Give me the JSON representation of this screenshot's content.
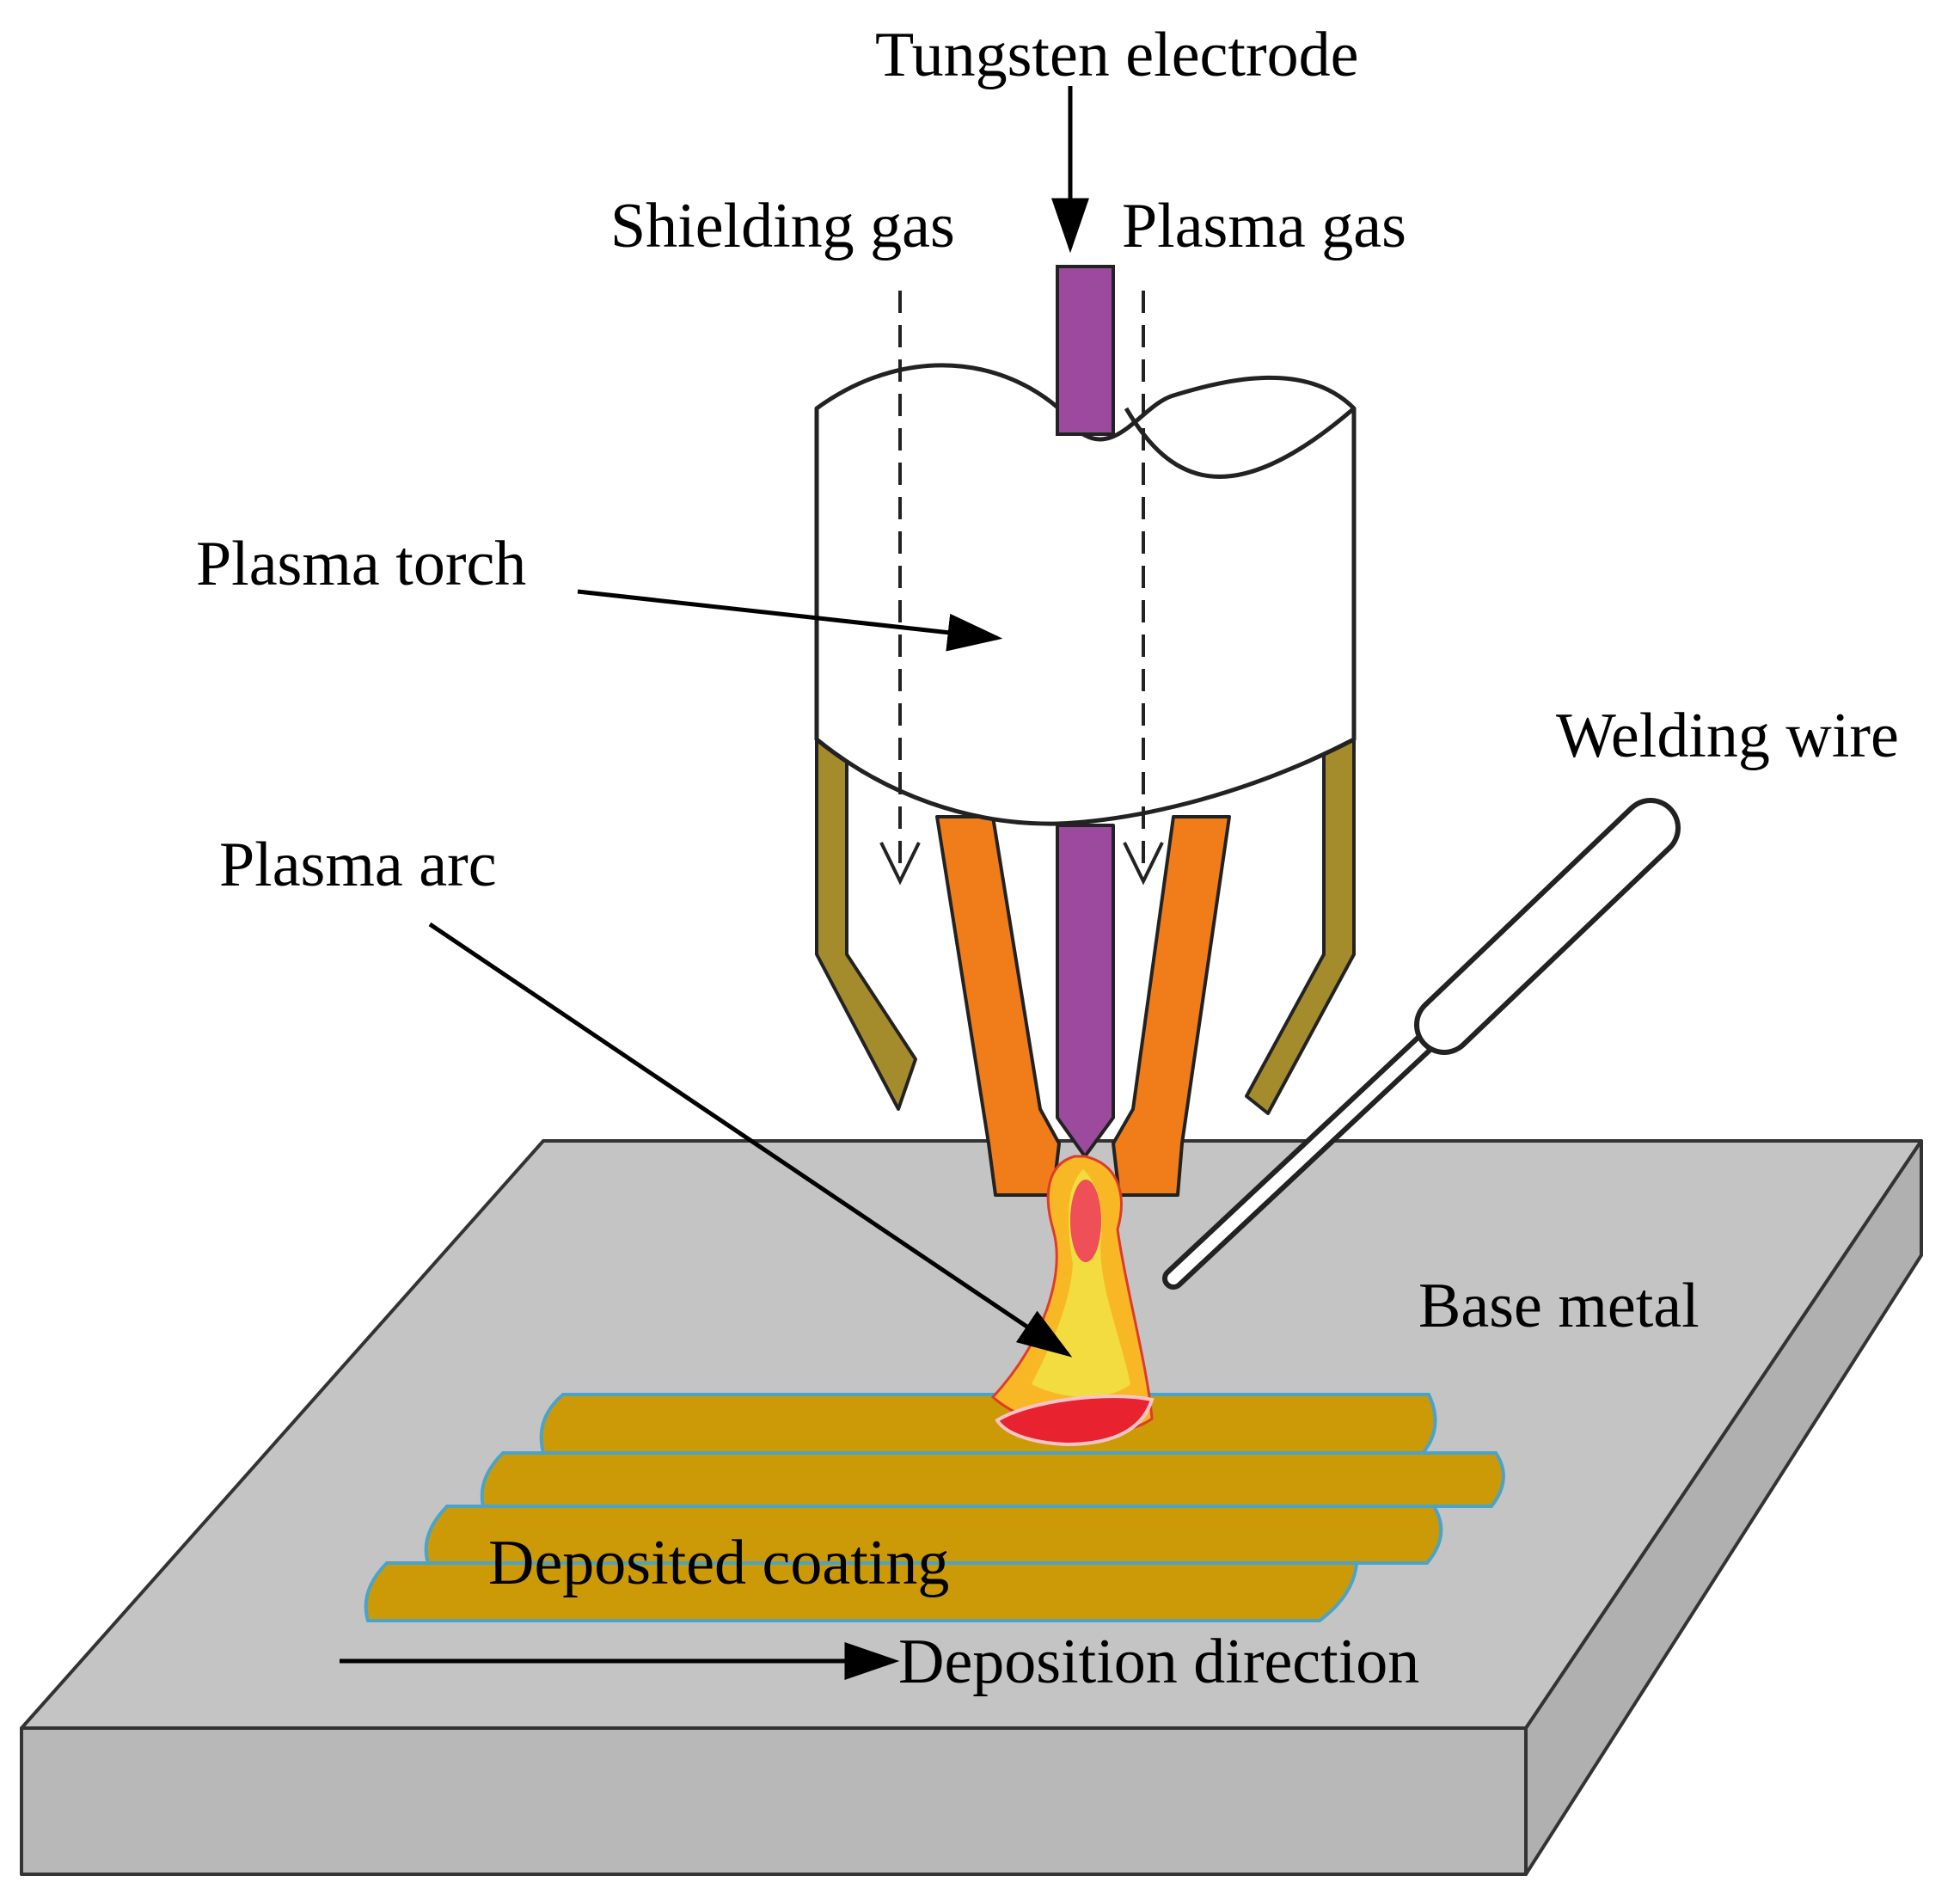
{
  "labels": {
    "tungsten_electrode": "Tungsten electrode",
    "shielding_gas": "Shielding gas",
    "plasma_gas": "Plasma gas",
    "plasma_torch": "Plasma torch",
    "welding_wire": "Welding wire",
    "plasma_arc": "Plasma arc",
    "base_metal": "Base metal",
    "deposited_coating": "Deposited coating",
    "deposition_direction": "Deposition direction"
  },
  "colors": {
    "electrode": "#9b4a9e",
    "nozzle": "#f07d1a",
    "shield_cup": "#a48c2c",
    "coating": "#cc9a06",
    "coating_edge": "#4aa3c8",
    "plate_top": "#c4c4c4",
    "plate_side": "#b8b8b8",
    "arc_outer": "#f8b826",
    "arc_inner": "#f2dc40",
    "arc_core": "#ef4f56",
    "pool": "#e8222e"
  }
}
